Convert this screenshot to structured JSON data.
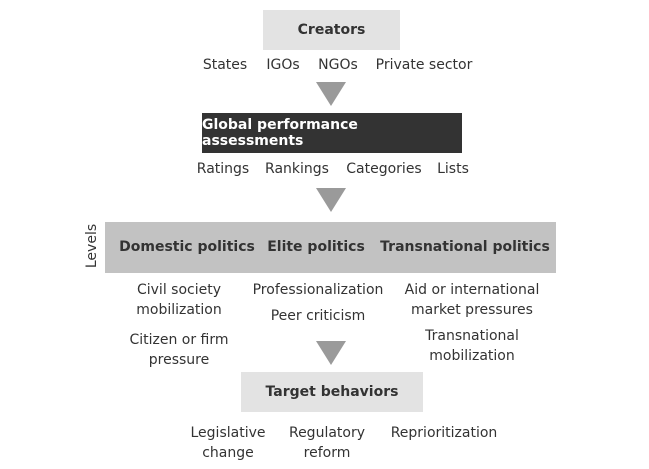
{
  "diagram": {
    "creators": {
      "title": "Creators",
      "items": [
        "States",
        "IGOs",
        "NGOs",
        "Private sector"
      ]
    },
    "assessments": {
      "title": "Global performance assessments",
      "items": [
        "Ratings",
        "Rankings",
        "Categories",
        "Lists"
      ]
    },
    "levels": {
      "axis_label": "Levels",
      "columns": [
        "Domestic politics",
        "Elite politics",
        "Transnational politics"
      ]
    },
    "mechanisms": {
      "domestic": [
        "Civil society mobilization",
        "Citizen or firm pressure"
      ],
      "elite": [
        "Professionalization",
        "Peer criticism"
      ],
      "transnational": [
        "Aid or international market pressures",
        "Transnational mobilization"
      ]
    },
    "target": {
      "title": "Target behaviors",
      "items": [
        "Legislative change",
        "Regulatory reform",
        "Reprioritization"
      ]
    },
    "colors": {
      "light_box": "#e3e3e3",
      "dark_box": "#333333",
      "mid_box": "#c2c2c2",
      "arrow": "#9a9a9a"
    }
  }
}
